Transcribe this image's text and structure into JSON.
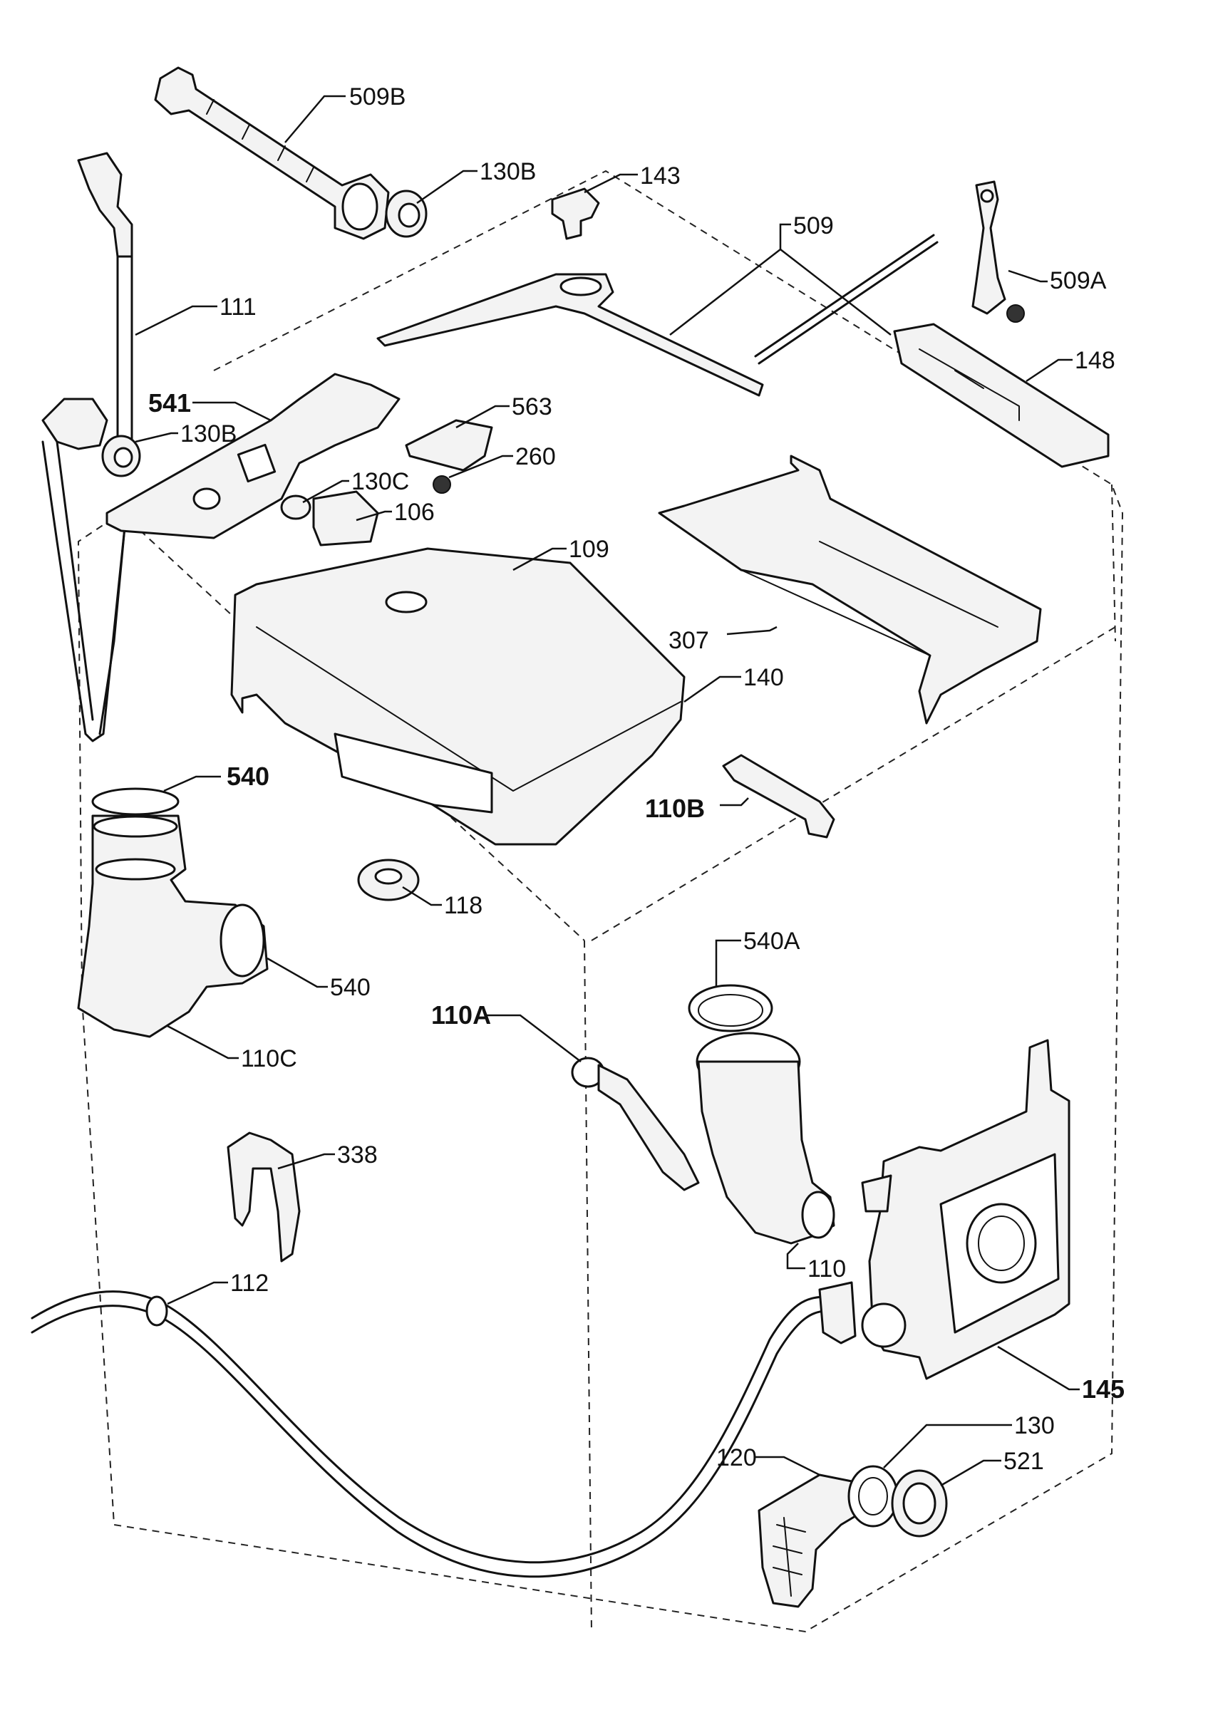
{
  "labels": {
    "l509B": "509B",
    "l130B_top": "130B",
    "l143": "143",
    "l509": "509",
    "l111": "111",
    "l509A": "509A",
    "l148": "148",
    "l541": "541",
    "l130B_mid": "130B",
    "l563": "563",
    "l260": "260",
    "l130C": "130C",
    "l106": "106",
    "l109": "109",
    "l307": "307",
    "l140": "140",
    "l540_top": "540",
    "l110B": "110B",
    "l118": "118",
    "l540_mid": "540",
    "l540A": "540A",
    "l110C": "110C",
    "l110A": "110A",
    "l338": "338",
    "l110": "110",
    "l112": "112",
    "l145": "145",
    "l130": "130",
    "l120": "120",
    "l521": "521"
  }
}
